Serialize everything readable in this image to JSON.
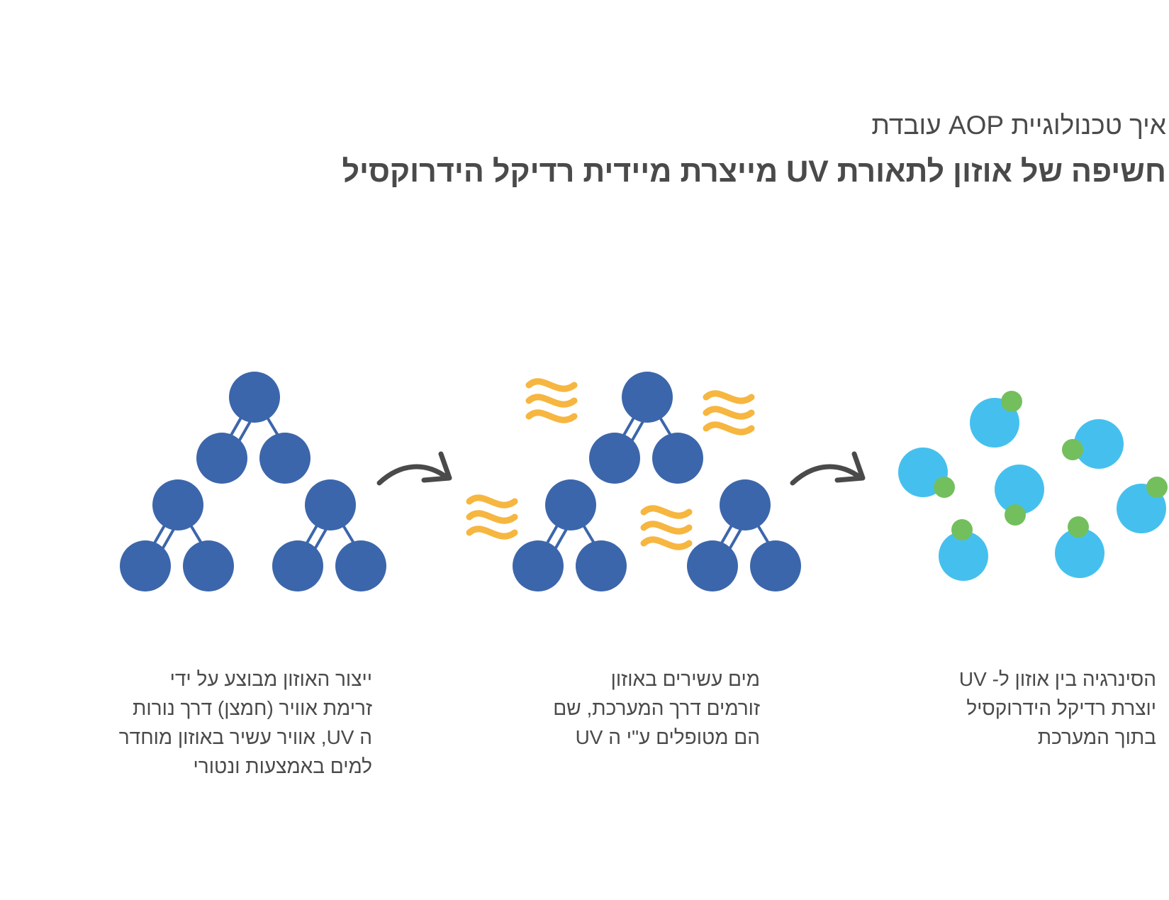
{
  "header": {
    "subtitle": "איך טכנולוגיית AOP עובדת",
    "title": "חשיפה של אוזון לתאורת UV מייצרת מיידית רדיקל הידרוקסיל"
  },
  "captions": [
    {
      "lines": [
        "ייצור האוזון מבוצע על ידי",
        "זרימת אוויר (חמצן) דרך נורות",
        "ה UV, אוויר עשיר באוזון מוחדר",
        "למים באמצעות ונטורי"
      ]
    },
    {
      "lines": [
        "מים עשירים באוזון",
        "זורמים דרך המערכת, שם",
        "הם מטופלים ע\"י ה UV"
      ]
    },
    {
      "lines": [
        "הסינרגיה בין אוזון ל- UV",
        "יוצרת רדיקל הידרוקסיל",
        "בתוך המערכת"
      ]
    }
  ],
  "colors": {
    "ozone": "#3c66ab",
    "bond": "#3c66ab",
    "uv_wave": "#f6b63f",
    "water": "#45c0ee",
    "hydroxyl": "#73bf5d",
    "arrow": "#4a4a4a"
  },
  "icons": [
    "ozone-molecule-icon",
    "uv-wave-icon",
    "process-arrow-icon",
    "water-molecule-icon",
    "hydroxyl-icon"
  ]
}
